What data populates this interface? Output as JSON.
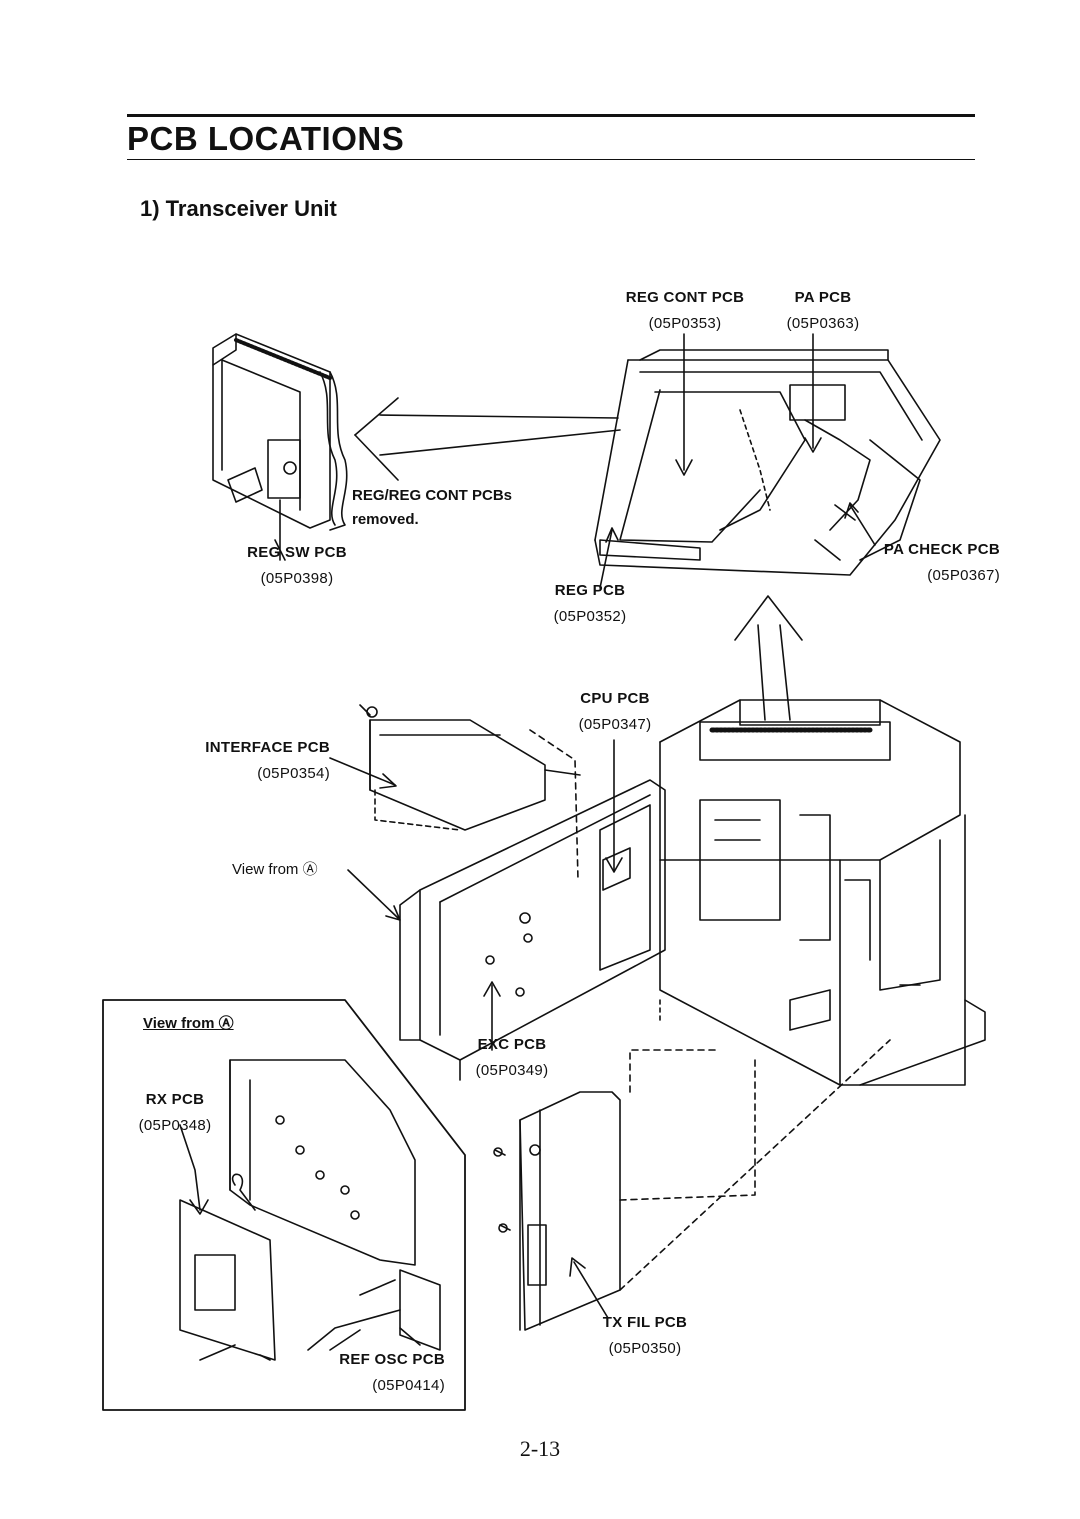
{
  "header": {
    "title": "PCB LOCATIONS",
    "subtitle": "1) Transceiver Unit"
  },
  "labels": {
    "reg_cont_pcb": {
      "name": "REG CONT PCB",
      "code": "(05P0353)"
    },
    "pa_pcb": {
      "name": "PA PCB",
      "code": "(05P0363)"
    },
    "reg_sw_pcb": {
      "name": "REG SW PCB",
      "code": "(05P0398)"
    },
    "reg_pcb": {
      "name": "REG PCB",
      "code": "(05P0352)"
    },
    "pa_check_pcb": {
      "name": "PA CHECK PCB",
      "code": "(05P0367)"
    },
    "cpu_pcb": {
      "name": "CPU PCB",
      "code": "(05P0347)"
    },
    "interface_pcb": {
      "name": "INTERFACE PCB",
      "code": "(05P0354)"
    },
    "exc_pcb": {
      "name": "EXC PCB",
      "code": "(05P0349)"
    },
    "rx_pcb": {
      "name": "RX PCB",
      "code": "(05P0348)"
    },
    "ref_osc_pcb": {
      "name": "REF OSC PCB",
      "code": "(05P0414)"
    },
    "tx_fil_pcb": {
      "name": "TX FIL PCB",
      "code": "(05P0350)"
    }
  },
  "notes": {
    "removed_line1": "REG/REG CONT PCBs",
    "removed_line2": "removed.",
    "view_from_main": "View from Ⓐ",
    "view_from_inset": "View from Ⓐ"
  },
  "footer": {
    "page_number": "2-13"
  }
}
